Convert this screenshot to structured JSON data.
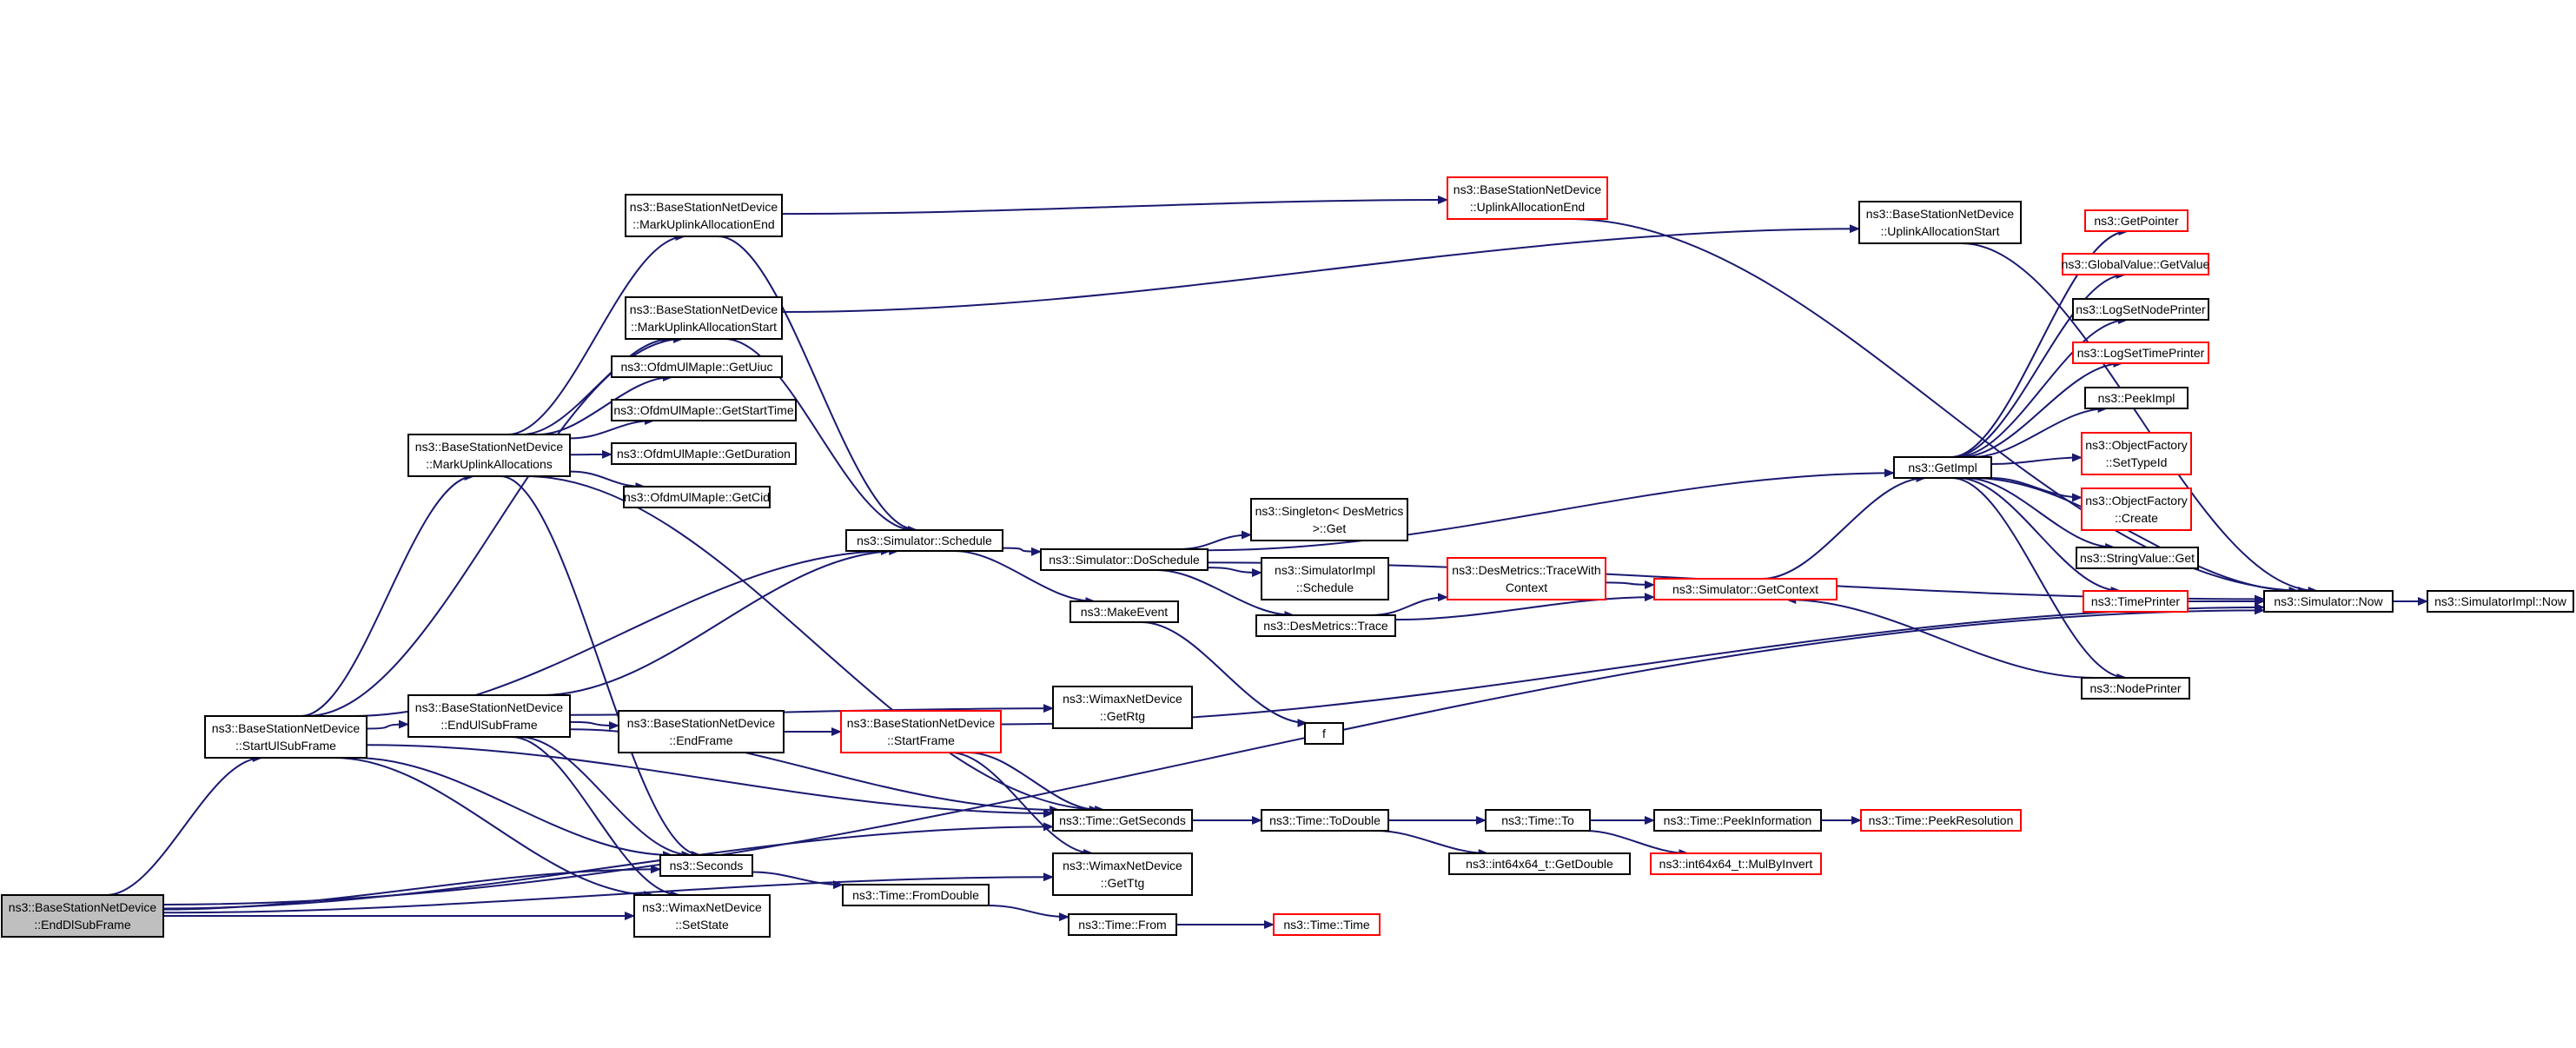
{
  "graph": {
    "edge_color": "#191970",
    "node_border": "#000000",
    "link_border": "#ff0000",
    "root_fill": "#bfbfbf",
    "nodes": [
      {
        "id": "root",
        "lines": [
          "ns3::BaseStationNetDevice",
          "::EndDlSubFrame"
        ],
        "style": "root"
      },
      {
        "id": "startul",
        "lines": [
          "ns3::BaseStationNetDevice",
          "::StartUlSubFrame"
        ],
        "style": "normal"
      },
      {
        "id": "markupalloc",
        "lines": [
          "ns3::BaseStationNetDevice",
          "::MarkUplinkAllocations"
        ],
        "style": "normal"
      },
      {
        "id": "endul",
        "lines": [
          "ns3::BaseStationNetDevice",
          "::EndUlSubFrame"
        ],
        "style": "normal"
      },
      {
        "id": "seconds",
        "lines": [
          "ns3::Seconds"
        ],
        "style": "normal"
      },
      {
        "id": "setstate",
        "lines": [
          "ns3::WimaxNetDevice",
          "::SetState"
        ],
        "style": "normal"
      },
      {
        "id": "markend",
        "lines": [
          "ns3::BaseStationNetDevice",
          "::MarkUplinkAllocationEnd"
        ],
        "style": "normal"
      },
      {
        "id": "markstart",
        "lines": [
          "ns3::BaseStationNetDevice",
          "::MarkUplinkAllocationStart"
        ],
        "style": "normal"
      },
      {
        "id": "getuiuc",
        "lines": [
          "ns3::OfdmUlMapIe::GetUiuc"
        ],
        "style": "normal"
      },
      {
        "id": "getstarttime",
        "lines": [
          "ns3::OfdmUlMapIe::GetStartTime"
        ],
        "style": "normal"
      },
      {
        "id": "getduration",
        "lines": [
          "ns3::OfdmUlMapIe::GetDuration"
        ],
        "style": "normal"
      },
      {
        "id": "getcid",
        "lines": [
          "ns3::OfdmUlMapIe::GetCid"
        ],
        "style": "normal"
      },
      {
        "id": "endframe",
        "lines": [
          "ns3::BaseStationNetDevice",
          "::EndFrame"
        ],
        "style": "normal"
      },
      {
        "id": "startframe",
        "lines": [
          "ns3::BaseStationNetDevice",
          "::StartFrame"
        ],
        "style": "red"
      },
      {
        "id": "schedule",
        "lines": [
          "ns3::Simulator::Schedule"
        ],
        "style": "normal"
      },
      {
        "id": "getrtg",
        "lines": [
          "ns3::WimaxNetDevice",
          "::GetRtg"
        ],
        "style": "normal"
      },
      {
        "id": "getseconds",
        "lines": [
          "ns3::Time::GetSeconds"
        ],
        "style": "normal"
      },
      {
        "id": "getttg",
        "lines": [
          "ns3::WimaxNetDevice",
          "::GetTtg"
        ],
        "style": "normal"
      },
      {
        "id": "fromdouble",
        "lines": [
          "ns3::Time::FromDouble"
        ],
        "style": "normal"
      },
      {
        "id": "from",
        "lines": [
          "ns3::Time::From"
        ],
        "style": "normal"
      },
      {
        "id": "doschedule",
        "lines": [
          "ns3::Simulator::DoSchedule"
        ],
        "style": "normal"
      },
      {
        "id": "makeevent",
        "lines": [
          "ns3::MakeEvent"
        ],
        "style": "normal"
      },
      {
        "id": "f",
        "lines": [
          "f"
        ],
        "style": "normal"
      },
      {
        "id": "singleton",
        "lines": [
          "ns3::Singleton< DesMetrics",
          " >::Get"
        ],
        "style": "normal"
      },
      {
        "id": "implschedule",
        "lines": [
          "ns3::SimulatorImpl",
          "::Schedule"
        ],
        "style": "normal"
      },
      {
        "id": "destrace",
        "lines": [
          "ns3::DesMetrics::Trace"
        ],
        "style": "normal"
      },
      {
        "id": "tracewith",
        "lines": [
          "ns3::DesMetrics::TraceWith",
          "Context"
        ],
        "style": "red"
      },
      {
        "id": "getcontext",
        "lines": [
          "ns3::Simulator::GetContext"
        ],
        "style": "red"
      },
      {
        "id": "upallocend",
        "lines": [
          "ns3::BaseStationNetDevice",
          "::UplinkAllocationEnd"
        ],
        "style": "red"
      },
      {
        "id": "upallocstart",
        "lines": [
          "ns3::BaseStationNetDevice",
          "::UplinkAllocationStart"
        ],
        "style": "normal"
      },
      {
        "id": "todouble",
        "lines": [
          "ns3::Time::ToDouble"
        ],
        "style": "normal"
      },
      {
        "id": "timeto",
        "lines": [
          "ns3::Time::To"
        ],
        "style": "normal"
      },
      {
        "id": "getdouble",
        "lines": [
          "ns3::int64x64_t::GetDouble"
        ],
        "style": "normal"
      },
      {
        "id": "peekinfo",
        "lines": [
          "ns3::Time::PeekInformation"
        ],
        "style": "normal"
      },
      {
        "id": "mulbyinvert",
        "lines": [
          "ns3::int64x64_t::MulByInvert"
        ],
        "style": "red"
      },
      {
        "id": "peekres",
        "lines": [
          "ns3::Time::PeekResolution"
        ],
        "style": "red"
      },
      {
        "id": "timetime",
        "lines": [
          "ns3::Time::Time"
        ],
        "style": "red"
      },
      {
        "id": "getimpl",
        "lines": [
          "ns3::GetImpl"
        ],
        "style": "normal"
      },
      {
        "id": "getpointer",
        "lines": [
          "ns3::GetPointer"
        ],
        "style": "red"
      },
      {
        "id": "globalvalue",
        "lines": [
          "ns3::GlobalValue::GetValue"
        ],
        "style": "red"
      },
      {
        "id": "lognodeprinter",
        "lines": [
          "ns3::LogSetNodePrinter"
        ],
        "style": "normal"
      },
      {
        "id": "logtimeprinter",
        "lines": [
          "ns3::LogSetTimePrinter"
        ],
        "style": "red"
      },
      {
        "id": "peekimpl",
        "lines": [
          "ns3::PeekImpl"
        ],
        "style": "normal"
      },
      {
        "id": "settypeid",
        "lines": [
          "ns3::ObjectFactory",
          "::SetTypeId"
        ],
        "style": "red"
      },
      {
        "id": "ofcreate",
        "lines": [
          "ns3::ObjectFactory",
          "::Create"
        ],
        "style": "red"
      },
      {
        "id": "stringget",
        "lines": [
          "ns3::StringValue::Get"
        ],
        "style": "normal"
      },
      {
        "id": "timeprinter",
        "lines": [
          "ns3::TimePrinter"
        ],
        "style": "red"
      },
      {
        "id": "nodeprinter",
        "lines": [
          "ns3::NodePrinter"
        ],
        "style": "normal"
      },
      {
        "id": "simnow",
        "lines": [
          "ns3::Simulator::Now"
        ],
        "style": "normal"
      },
      {
        "id": "implnow",
        "lines": [
          "ns3::SimulatorImpl::Now"
        ],
        "style": "normal"
      }
    ],
    "edges": [
      [
        "root",
        "startul"
      ],
      [
        "root",
        "seconds"
      ],
      [
        "root",
        "setstate"
      ],
      [
        "root",
        "getseconds"
      ],
      [
        "root",
        "getttg"
      ],
      [
        "root",
        "simnow"
      ],
      [
        "startul",
        "markupalloc"
      ],
      [
        "startul",
        "endul"
      ],
      [
        "startul",
        "schedule"
      ],
      [
        "startul",
        "seconds"
      ],
      [
        "startul",
        "setstate"
      ],
      [
        "startul",
        "getseconds"
      ],
      [
        "startul",
        "markstart"
      ],
      [
        "markupalloc",
        "markend"
      ],
      [
        "markupalloc",
        "markstart"
      ],
      [
        "markupalloc",
        "getuiuc"
      ],
      [
        "markupalloc",
        "getstarttime"
      ],
      [
        "markupalloc",
        "getduration"
      ],
      [
        "markupalloc",
        "getcid"
      ],
      [
        "markupalloc",
        "seconds"
      ],
      [
        "markupalloc",
        "getseconds"
      ],
      [
        "endul",
        "endframe"
      ],
      [
        "endul",
        "schedule"
      ],
      [
        "endul",
        "getrtg"
      ],
      [
        "endul",
        "getseconds"
      ],
      [
        "endul",
        "seconds"
      ],
      [
        "endul",
        "setstate"
      ],
      [
        "endframe",
        "startframe"
      ],
      [
        "startframe",
        "getseconds"
      ],
      [
        "startframe",
        "getttg"
      ],
      [
        "startframe",
        "simnow"
      ],
      [
        "markend",
        "upallocend"
      ],
      [
        "markend",
        "schedule"
      ],
      [
        "markstart",
        "upallocstart"
      ],
      [
        "markstart",
        "schedule"
      ],
      [
        "upallocend",
        "simnow"
      ],
      [
        "upallocstart",
        "simnow"
      ],
      [
        "seconds",
        "fromdouble"
      ],
      [
        "fromdouble",
        "from"
      ],
      [
        "from",
        "timetime"
      ],
      [
        "schedule",
        "doschedule"
      ],
      [
        "schedule",
        "makeevent"
      ],
      [
        "makeevent",
        "f"
      ],
      [
        "doschedule",
        "singleton"
      ],
      [
        "doschedule",
        "implschedule"
      ],
      [
        "doschedule",
        "destrace"
      ],
      [
        "doschedule",
        "getimpl"
      ],
      [
        "doschedule",
        "simnow"
      ],
      [
        "destrace",
        "tracewith"
      ],
      [
        "destrace",
        "getcontext"
      ],
      [
        "tracewith",
        "getcontext"
      ],
      [
        "getcontext",
        "getimpl"
      ],
      [
        "getseconds",
        "todouble"
      ],
      [
        "todouble",
        "timeto"
      ],
      [
        "todouble",
        "getdouble"
      ],
      [
        "timeto",
        "peekinfo"
      ],
      [
        "timeto",
        "mulbyinvert"
      ],
      [
        "peekinfo",
        "peekres"
      ],
      [
        "getimpl",
        "getpointer"
      ],
      [
        "getimpl",
        "globalvalue"
      ],
      [
        "getimpl",
        "lognodeprinter"
      ],
      [
        "getimpl",
        "logtimeprinter"
      ],
      [
        "getimpl",
        "peekimpl"
      ],
      [
        "getimpl",
        "settypeid"
      ],
      [
        "getimpl",
        "ofcreate"
      ],
      [
        "getimpl",
        "stringget"
      ],
      [
        "getimpl",
        "timeprinter"
      ],
      [
        "getimpl",
        "nodeprinter"
      ],
      [
        "getimpl",
        "simnow"
      ],
      [
        "timeprinter",
        "simnow"
      ],
      [
        "nodeprinter",
        "getcontext"
      ],
      [
        "simnow",
        "implnow"
      ]
    ]
  }
}
